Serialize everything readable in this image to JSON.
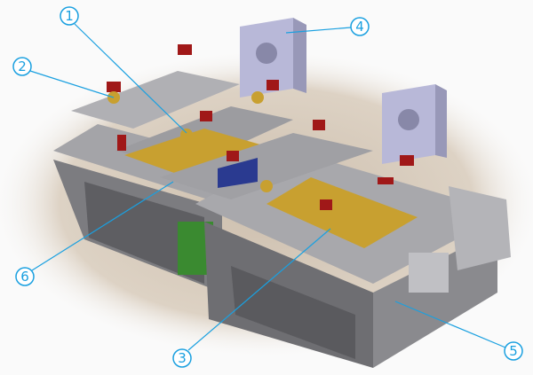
{
  "figure": {
    "callouts": [
      {
        "label": "1",
        "color": "#1aa0e0"
      },
      {
        "label": "2",
        "color": "#1aa0e0"
      },
      {
        "label": "3",
        "color": "#1aa0e0"
      },
      {
        "label": "4",
        "color": "#1aa0e0"
      },
      {
        "label": "5",
        "color": "#1aa0e0"
      },
      {
        "label": "6",
        "color": "#1aa0e0"
      }
    ],
    "colors": {
      "steel": "#9a9a9e",
      "steel_dark": "#6e6e72",
      "lavender": "#b8b8d8",
      "brass": "#c8a030",
      "clamp_red": "#a01818",
      "green_panel": "#3a8a30",
      "shadow": "#d8ccbc"
    }
  }
}
